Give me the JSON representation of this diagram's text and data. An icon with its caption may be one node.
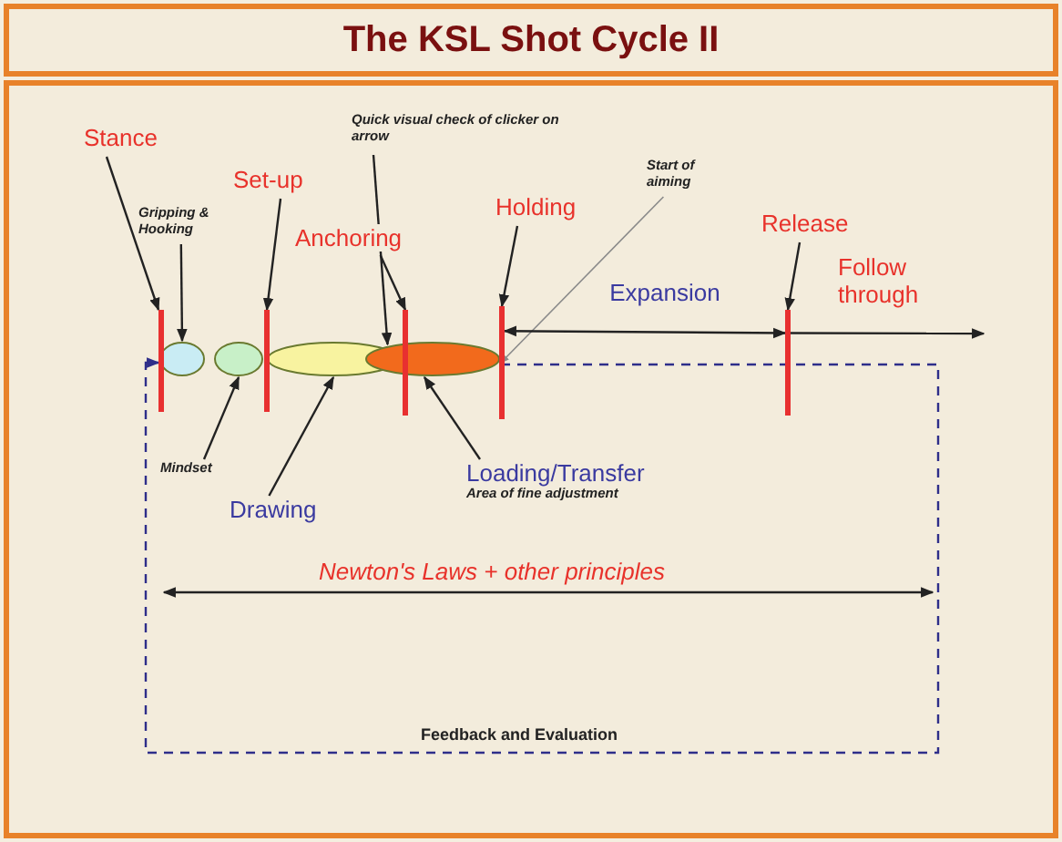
{
  "diagram": {
    "title": "The KSL Shot Cycle II",
    "nodes": [
      {
        "text": [
          "Stance"
        ]
      },
      {
        "text": [],
        "shape": "bar"
      },
      {
        "text": [
          "Gripping & Hooking"
        ]
      },
      {
        "text": [],
        "shape": "ellipse"
      },
      {
        "text": [],
        "shape": "ellipse"
      },
      {
        "text": [
          "Mindset"
        ]
      },
      {
        "text": [
          "Set-up"
        ]
      },
      {
        "text": [],
        "shape": "bar"
      },
      {
        "text": [],
        "shape": "ellipse"
      },
      {
        "text": [
          "Drawing"
        ]
      },
      {
        "text": [
          "Quick visual check of clicker on arrow"
        ]
      },
      {
        "text": [],
        "shape": "ellipse"
      },
      {
        "text": [
          "Anchoring"
        ]
      },
      {
        "text": [],
        "shape": "bar"
      },
      {
        "text": [
          "Loading/Transfer",
          "Area of fine adjustment"
        ]
      },
      {
        "text": [
          "Holding"
        ]
      },
      {
        "text": [],
        "shape": "bar"
      },
      {
        "text": [
          "Start of aiming"
        ]
      },
      {
        "text": [
          "Release"
        ]
      },
      {
        "text": [],
        "shape": "bar"
      }
    ],
    "edges": [
      {
        "from": 0,
        "to": 1,
        "arrow": "to"
      },
      {
        "from": 2,
        "to": 3,
        "arrow": "to"
      },
      {
        "from": 5,
        "to": 4,
        "arrow": "to"
      },
      {
        "from": 6,
        "to": 7,
        "arrow": "to"
      },
      {
        "from": 9,
        "to": 8,
        "arrow": "to"
      },
      {
        "from": 10,
        "to": 11,
        "arrow": "to"
      },
      {
        "from": 12,
        "to": 13,
        "arrow": "to"
      },
      {
        "from": 14,
        "to": 11,
        "arrow": "to"
      },
      {
        "from": 15,
        "to": 16,
        "arrow": "to"
      },
      {
        "from": 17,
        "to": 11,
        "arrow": "to",
        "color": "#8a8a8a"
      },
      {
        "from": 18,
        "to": 19,
        "arrow": "to"
      },
      {
        "from": 16,
        "to": 19,
        "arrow": "both",
        "label": "Expansion"
      },
      {
        "from": 19,
        "to": null,
        "arrow": "to",
        "label": "Follow through"
      },
      {
        "from": 11,
        "to": 3,
        "arrow": "to",
        "label": "Feedback and Evaluation",
        "style": "dashed",
        "color": "#2e2e8a"
      }
    ],
    "labels": [
      "Newton's Laws + other principles"
    ]
  }
}
